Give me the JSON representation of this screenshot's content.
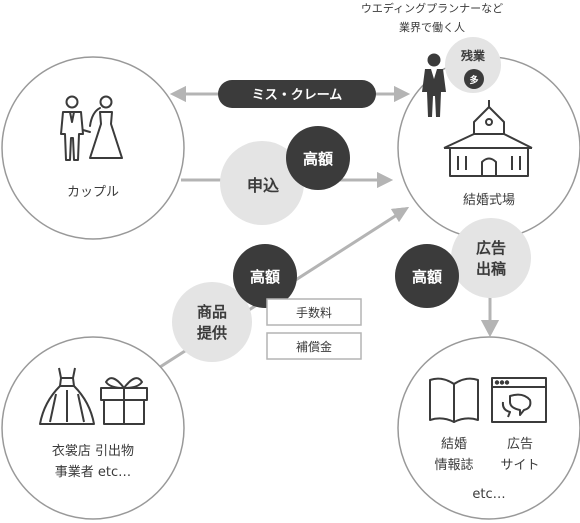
{
  "nodes": {
    "couple": {
      "label": "カップル"
    },
    "venue": {
      "label": "結婚式場"
    },
    "planner": {
      "line1": "ウエディングプランナーなど",
      "line2": "業界で働く人"
    },
    "supplier": {
      "line1": "衣裳店 引出物",
      "line2": "事業者 etc…"
    },
    "media": {
      "col1_line1": "結婚",
      "col1_line2": "情報誌",
      "col2_line1": "広告",
      "col2_line2": "サイト",
      "etc": "etc…"
    }
  },
  "badges": {
    "overtime": {
      "line1": "残業",
      "line2": "多"
    },
    "complaint": "ミス・クレーム",
    "apply": "申込",
    "apply_cost": "高額",
    "product_cost": "高額",
    "product": {
      "line1": "商品",
      "line2": "提供"
    },
    "ad": {
      "line1": "広告",
      "line2": "出稿"
    },
    "ad_cost": "高額"
  },
  "fees": {
    "item1": "手数料",
    "item2": "補償金"
  },
  "colors": {
    "dark": "#3b3b3b",
    "badge_gray": "#e4e4e4",
    "line_gray": "#b4b4b4",
    "circle_stroke": "#999999"
  }
}
